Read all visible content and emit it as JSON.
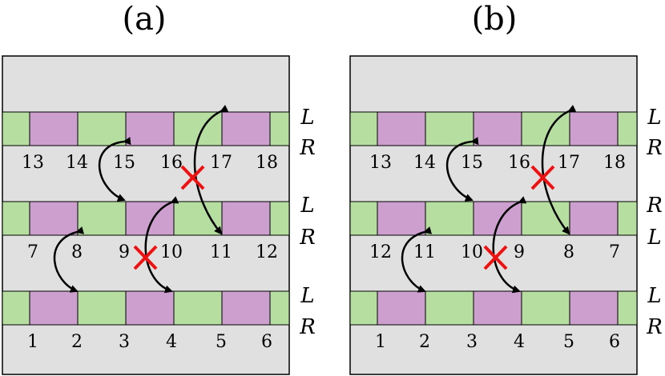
{
  "colors": {
    "background": "#e0e0e0",
    "green": "#b5dea0",
    "purple": "#cd9fcf",
    "arrow": "#000000",
    "cross": "#ee1111"
  },
  "panels": [
    {
      "title": "(a)",
      "rows": [
        {
          "side_top": "L",
          "side_bottom": "R",
          "labels": [
            "13",
            "14",
            "15",
            "16",
            "17",
            "18"
          ]
        },
        {
          "side_top": "L",
          "side_bottom": "R",
          "labels": [
            "7",
            "8",
            "9",
            "10",
            "11",
            "12"
          ]
        },
        {
          "side_top": "L",
          "side_bottom": "R",
          "labels": [
            "1",
            "2",
            "3",
            "4",
            "5",
            "6"
          ]
        }
      ],
      "connections": [
        {
          "type": "allowed",
          "between": [
            "15",
            "9"
          ]
        },
        {
          "type": "blocked",
          "between": [
            "17",
            "11"
          ]
        },
        {
          "type": "allowed",
          "between": [
            "8",
            "2"
          ]
        },
        {
          "type": "blocked",
          "between": [
            "10",
            "4"
          ]
        }
      ]
    },
    {
      "title": "(b)",
      "rows": [
        {
          "side_top": "L",
          "side_bottom": "R",
          "labels": [
            "13",
            "14",
            "15",
            "16",
            "17",
            "18"
          ]
        },
        {
          "side_top": "R",
          "side_bottom": "L",
          "labels": [
            "12",
            "11",
            "10",
            "9",
            "8",
            "7"
          ]
        },
        {
          "side_top": "L",
          "side_bottom": "R",
          "labels": [
            "1",
            "2",
            "3",
            "4",
            "5",
            "6"
          ]
        }
      ],
      "connections": [
        {
          "type": "allowed",
          "between": [
            "15",
            "10"
          ]
        },
        {
          "type": "blocked",
          "between": [
            "17",
            "8"
          ]
        },
        {
          "type": "allowed",
          "between": [
            "11",
            "2"
          ]
        },
        {
          "type": "blocked",
          "between": [
            "9",
            "4"
          ]
        }
      ]
    }
  ]
}
